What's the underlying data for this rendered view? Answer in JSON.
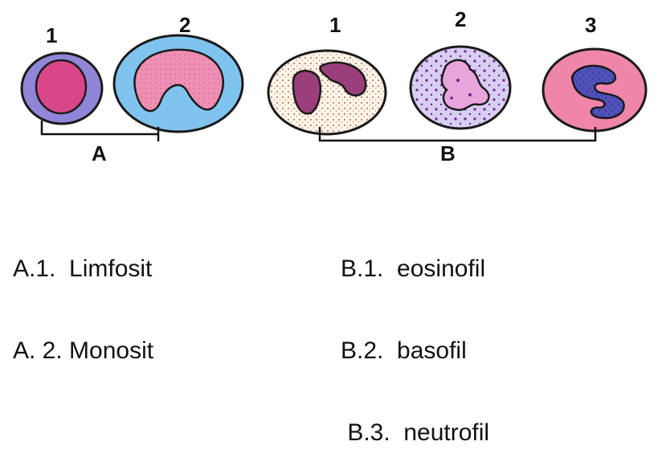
{
  "labels": {
    "a_cell1_number": "1",
    "a_cell2_number": "2",
    "b_cell1_number": "1",
    "b_cell2_number": "2",
    "b_cell3_number": "3",
    "group_a": "A",
    "group_b": "B"
  },
  "legend_a": [
    "A.1.  Limfosit",
    "A. 2. Monosit"
  ],
  "legend_b": [
    "B.1.  eosinofil",
    "B.2.  basofil",
    " B.3.  neutrofil"
  ],
  "colors": {
    "lymphocyte_cytoplasm": "#8f86d8",
    "lymphocyte_nucleus": "#d9468a",
    "monocyte_cytoplasm": "#7fc4ee",
    "monocyte_nucleus": "#ee8fb3",
    "eosinophil_cytoplasm": "#fff6ea",
    "eosinophil_nucleus": "#9a3f7a",
    "basophil_cytoplasm": "#d6cff2",
    "basophil_nucleus": "#e7a5dc",
    "neutrophil_cytoplasm": "#ef86aa",
    "neutrophil_nucleus": "#5151b8"
  }
}
